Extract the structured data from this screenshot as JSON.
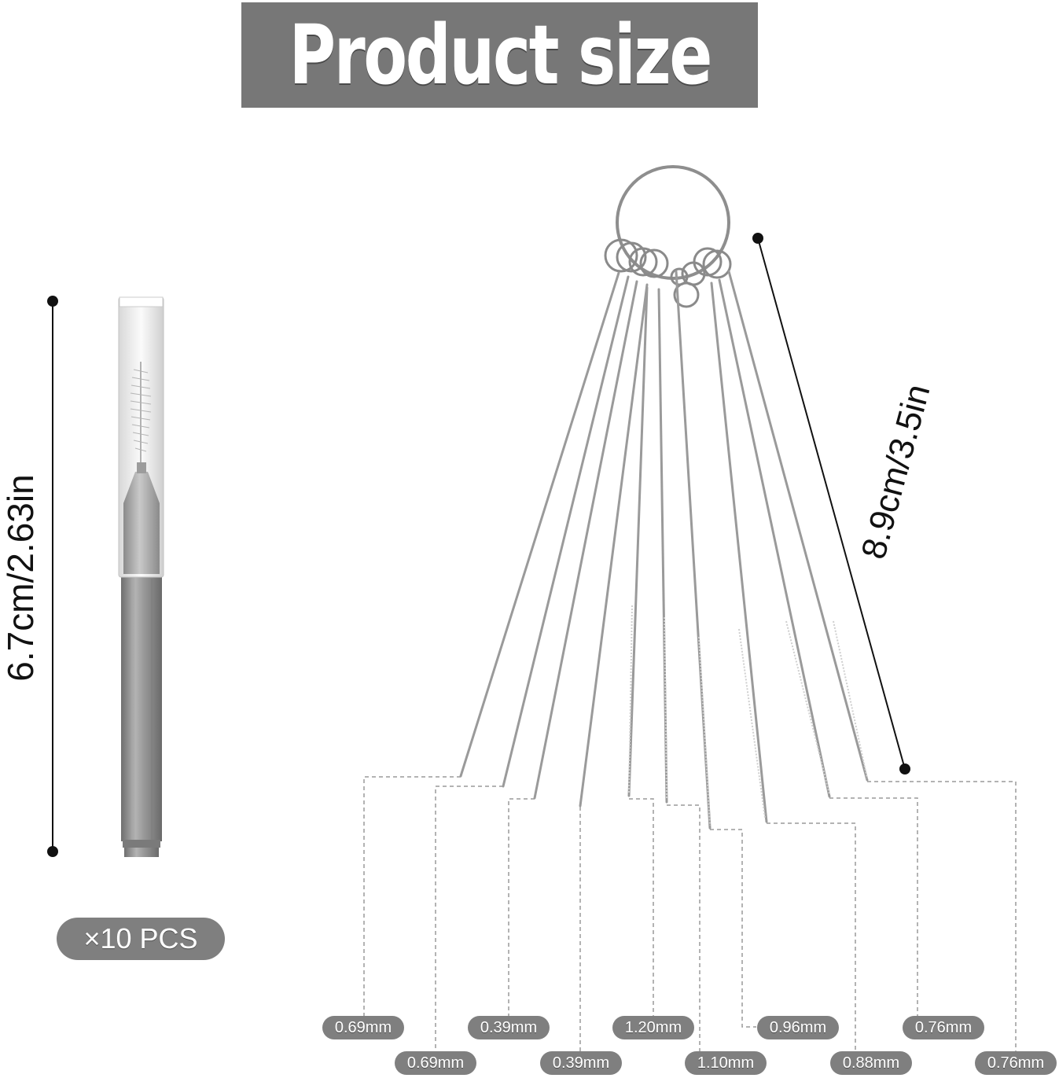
{
  "title": "Product size",
  "brush_length": "6.7cm/2.63in",
  "needle_length": "8.9cm/3.5in",
  "quantity": "×10 PCS",
  "needle_sizes_top": [
    "0.69mm",
    "0.39mm",
    "1.20mm",
    "0.96mm",
    "0.76mm"
  ],
  "needle_sizes_bottom": [
    "0.69mm",
    "0.39mm",
    "1.10mm",
    "0.88mm",
    "0.76mm"
  ],
  "colors": {
    "banner": "#777777",
    "pill": "#7f7f7f",
    "wire": "#9a9a9a"
  }
}
